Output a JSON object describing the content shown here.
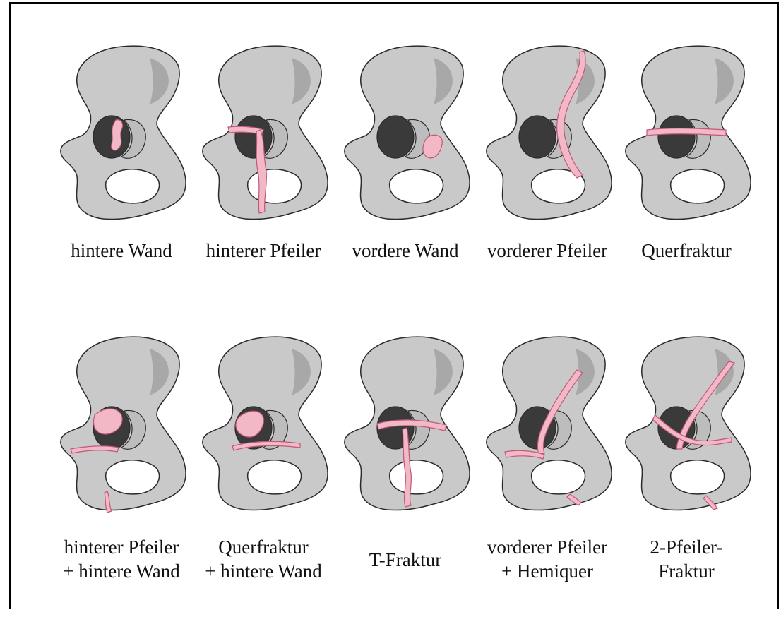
{
  "figure": {
    "rows": [
      {
        "panels": [
          {
            "caption_lines": [
              "hintere Wand"
            ],
            "fracture": "posterior-wall"
          },
          {
            "caption_lines": [
              "hinterer Pfeiler"
            ],
            "fracture": "posterior-column"
          },
          {
            "caption_lines": [
              "vordere Wand"
            ],
            "fracture": "anterior-wall"
          },
          {
            "caption_lines": [
              "vorderer Pfeiler"
            ],
            "fracture": "anterior-column"
          },
          {
            "caption_lines": [
              "Querfraktur"
            ],
            "fracture": "transverse"
          }
        ]
      },
      {
        "panels": [
          {
            "caption_lines": [
              "hinterer Pfeiler",
              "+ hintere Wand"
            ],
            "fracture": "posterior-column-posterior-wall"
          },
          {
            "caption_lines": [
              "Querfraktur",
              "+ hintere Wand"
            ],
            "fracture": "transverse-posterior-wall"
          },
          {
            "caption_lines": [
              "T-Fraktur"
            ],
            "fracture": "t-type"
          },
          {
            "caption_lines": [
              "vorderer Pfeiler",
              "+ Hemiquer"
            ],
            "fracture": "anterior-column-hemitransverse"
          },
          {
            "caption_lines": [
              "2-Pfeiler-",
              "Fraktur"
            ],
            "fracture": "both-column"
          }
        ]
      }
    ]
  },
  "colors": {
    "bone": "#c9c9c9",
    "bone_outline": "#2a2a2a",
    "socket": "#3a3a3a",
    "fracture": "#f2b8c6",
    "fracture_outline": "#c0587a"
  }
}
